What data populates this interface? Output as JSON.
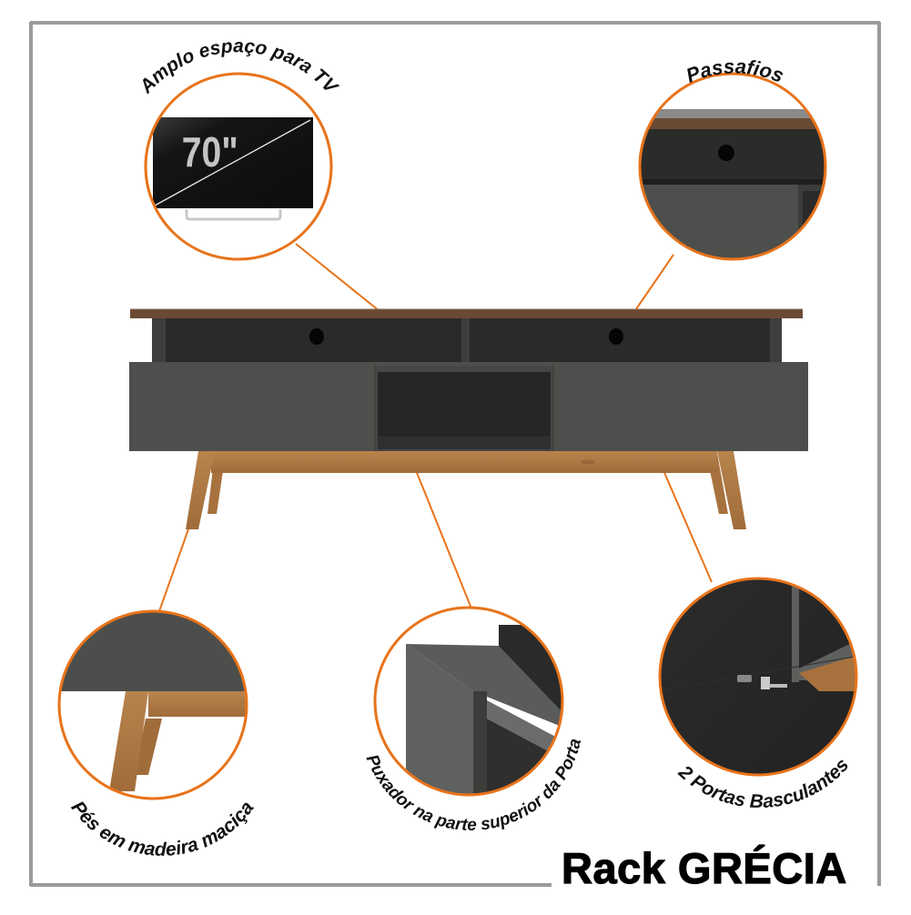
{
  "product": {
    "title": "Rack GRÉCIA"
  },
  "callouts": [
    {
      "id": "tv-space",
      "label": "Amplo espaço para TV",
      "tv_size_label": "70\""
    },
    {
      "id": "cable-holes",
      "label": "Passafios"
    },
    {
      "id": "solid-wood-legs",
      "label": "Pés em madeira maciça"
    },
    {
      "id": "door-handle",
      "label": "Puxador na parte superior da Porta"
    },
    {
      "id": "flap-doors",
      "label": "2 Portas Basculantes"
    }
  ],
  "colors": {
    "accent_orange": "#e8731a",
    "frame_gray": "#9a9a9a",
    "body_graphite": "#4c4e4b",
    "niche_dark": "#2a2a29",
    "top_walnut": "#6b4a33",
    "legs_pine": "#b07a45"
  }
}
